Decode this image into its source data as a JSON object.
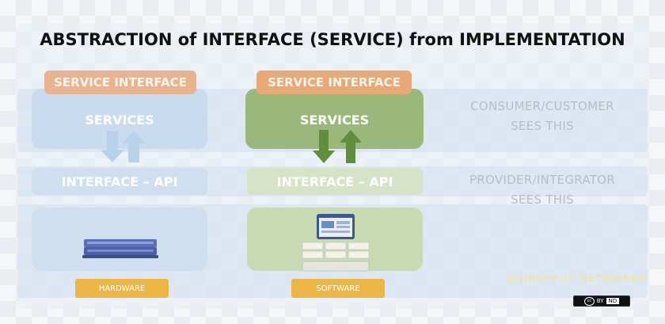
{
  "title": "ABSTRACTION of INTERFACE (SERVICE) from IMPLEMENTATION",
  "left": {
    "tag": "SERVICE INTERFACE",
    "services": "SERVICES",
    "api": "INTERFACE – API",
    "footer": "HARDWARE"
  },
  "right": {
    "tag": "SERVICE INTERFACE",
    "services": "SERVICES",
    "api": "INTERFACE – API",
    "footer": "SOFTWARE"
  },
  "side": {
    "consumer_line1": "CONSUMER/CUSTOMER",
    "consumer_line2": "SEES THIS",
    "provider_line1": "PROVIDER/INTEGRATOR",
    "provider_line2": "SEES THIS"
  },
  "watermark": "QUIRUFF-IT NETWORKS",
  "license": {
    "cc": "cc",
    "by": "BY",
    "nd": "ND"
  },
  "colors": {
    "orange_tag": "#e8b38e",
    "blue_layer": "#c5d8ed",
    "green_layer": "#9ab87a",
    "arrow_blue": "#a9c7e6",
    "arrow_green": "#5f8f3e",
    "footer": "#ebb646"
  },
  "icons": {
    "left_arrows": "up-down-arrows-icon",
    "right_arrows": "up-down-arrows-icon",
    "hardware": "server-rack-icon",
    "software": "software-stack-icon"
  }
}
